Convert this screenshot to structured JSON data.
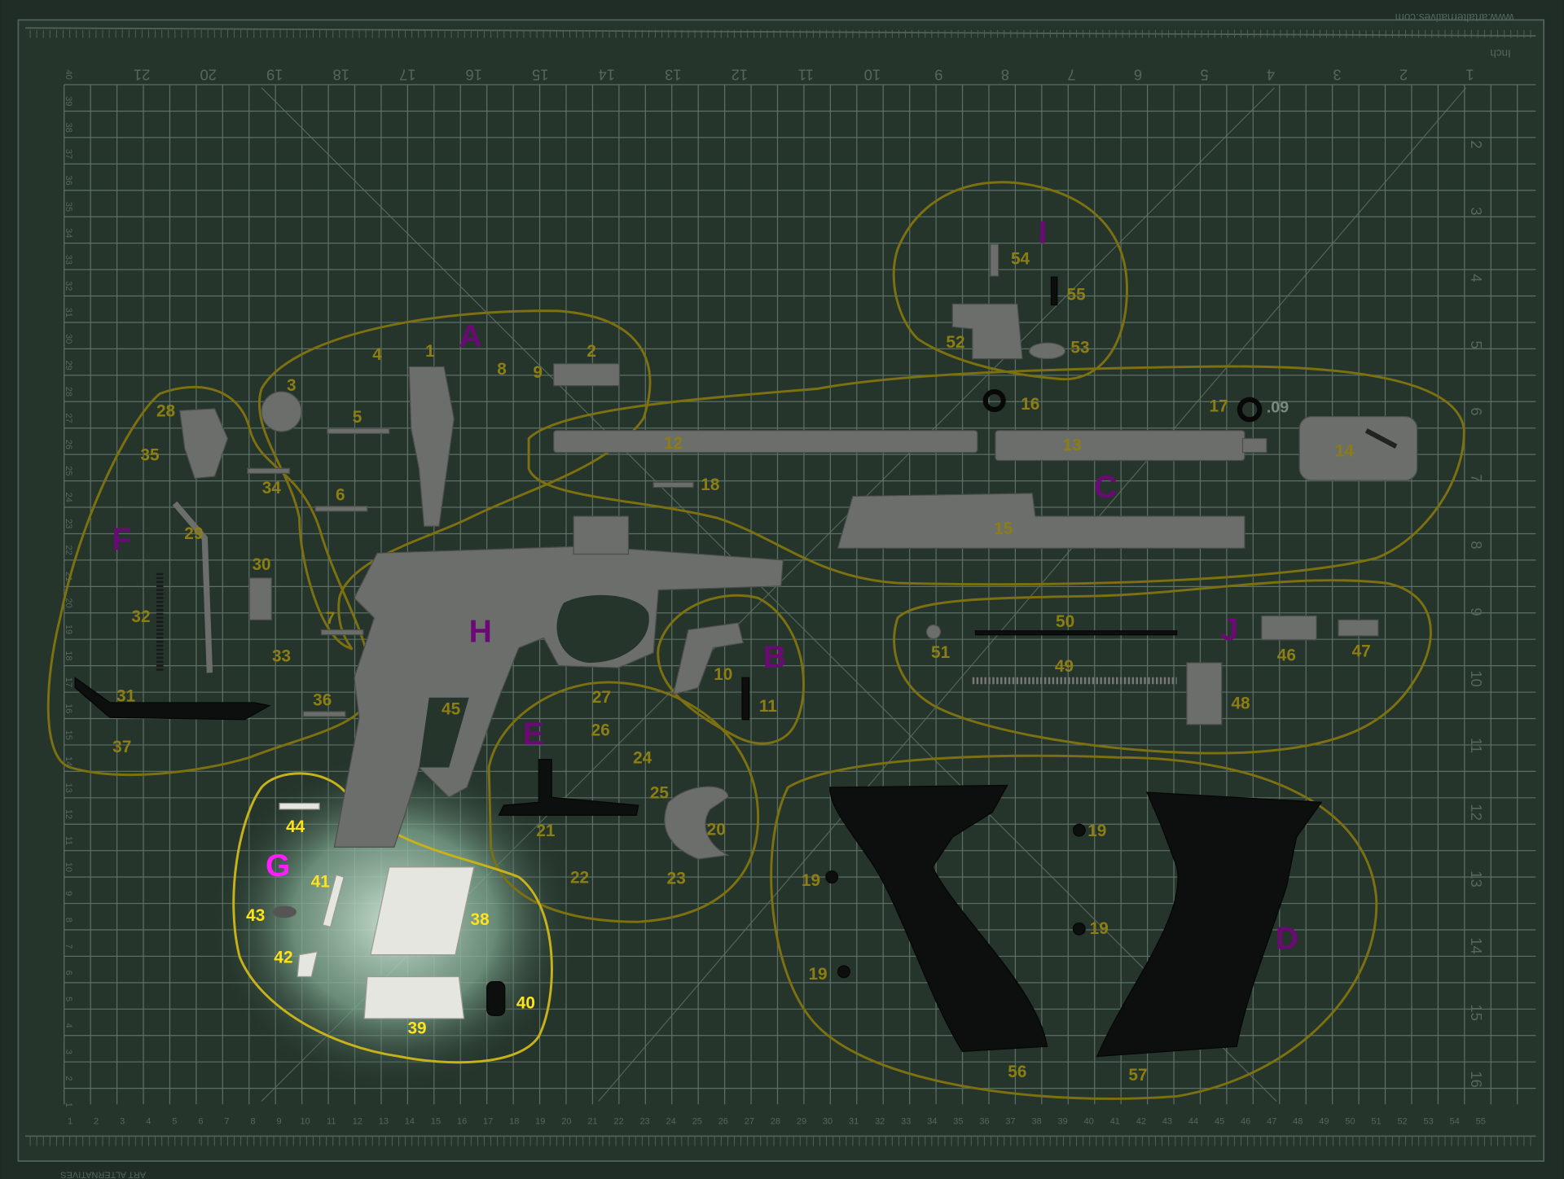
{
  "mat": {
    "brand_url": "www.artalternatives.com",
    "brand_name": "ART ALTERNATIVES",
    "unit_label": "Inch",
    "top_inches": [
      "21",
      "20",
      "19",
      "18",
      "17",
      "16",
      "15",
      "14",
      "13",
      "12",
      "11",
      "10",
      "9",
      "8",
      "7",
      "6",
      "5",
      "4",
      "3",
      "2",
      "1"
    ],
    "right_inches": [
      "2",
      "3",
      "4",
      "5",
      "6",
      "7",
      "8",
      "9",
      "10",
      "11",
      "12",
      "13",
      "14",
      "15",
      "16"
    ],
    "left_cm": [
      "40",
      "39",
      "38",
      "37",
      "36",
      "35",
      "34",
      "33",
      "32",
      "31",
      "30",
      "29",
      "28",
      "27",
      "26",
      "25",
      "24",
      "23",
      "22",
      "21",
      "20",
      "19",
      "18",
      "17",
      "16",
      "15",
      "14",
      "13",
      "12",
      "11",
      "10",
      "9",
      "8",
      "7",
      "6",
      "5",
      "4",
      "3",
      "2",
      "1"
    ],
    "bottom_cm": [
      "1",
      "2",
      "3",
      "4",
      "5",
      "6",
      "7",
      "8",
      "9",
      "10",
      "11",
      "12",
      "13",
      "14",
      "15",
      "16",
      "17",
      "18",
      "19",
      "20",
      "21",
      "22",
      "23",
      "24",
      "25",
      "26",
      "27",
      "28",
      "29",
      "30",
      "31",
      "32",
      "33",
      "34",
      "35",
      "36",
      "37",
      "38",
      "39",
      "40",
      "41",
      "42",
      "43",
      "44",
      "45",
      "46",
      "47",
      "48",
      "49",
      "50",
      "51",
      "52",
      "53",
      "54",
      "55"
    ]
  },
  "groups": {
    "A": "A",
    "B": "B",
    "C": "C",
    "D": "D",
    "E": "E",
    "F": "F",
    "G": "G",
    "H": "H",
    "I": "I",
    "J": "J"
  },
  "parts": {
    "p1": "1",
    "p2": "2",
    "p3": "3",
    "p4": "4",
    "p5": "5",
    "p6": "6",
    "p7": "7",
    "p8": "8",
    "p9": "9",
    "p10": "10",
    "p11": "11",
    "p12": "12",
    "p13": "13",
    "p14": "14",
    "p15": "15",
    "p16": "16",
    "p17": "17",
    "p18": "18",
    "p19a": "19",
    "p19b": "19",
    "p19c": "19",
    "p19d": "19",
    "p20": "20",
    "p21": "21",
    "p22": "22",
    "p23": "23",
    "p24": "24",
    "p25": "25",
    "p26": "26",
    "p27": "27",
    "p28": "28",
    "p29": "29",
    "p30": "30",
    "p31": "31",
    "p32": "32",
    "p33": "33",
    "p34": "34",
    "p35": "35",
    "p36": "36",
    "p37": "37",
    "p38": "38",
    "p39": "39",
    "p40": "40",
    "p41": "41",
    "p42": "42",
    "p43": "43",
    "p44": "44",
    "p45": "45",
    "p46": "46",
    "p47": "47",
    "p48": "48",
    "p49": "49",
    "p50": "50",
    "p51": "51",
    "p52": "52",
    "p53": "53",
    "p54": "54",
    "p55": "55",
    "p56": "56",
    "p57": "57"
  },
  "annotation_dim": ".09",
  "colors": {
    "mat": "#25352c",
    "grid": "#5c7064",
    "label": "#8c7e12",
    "group_letter": "#6a0a74",
    "highlight_label": "#ffe21a",
    "highlight_group": "#ff1cff"
  }
}
